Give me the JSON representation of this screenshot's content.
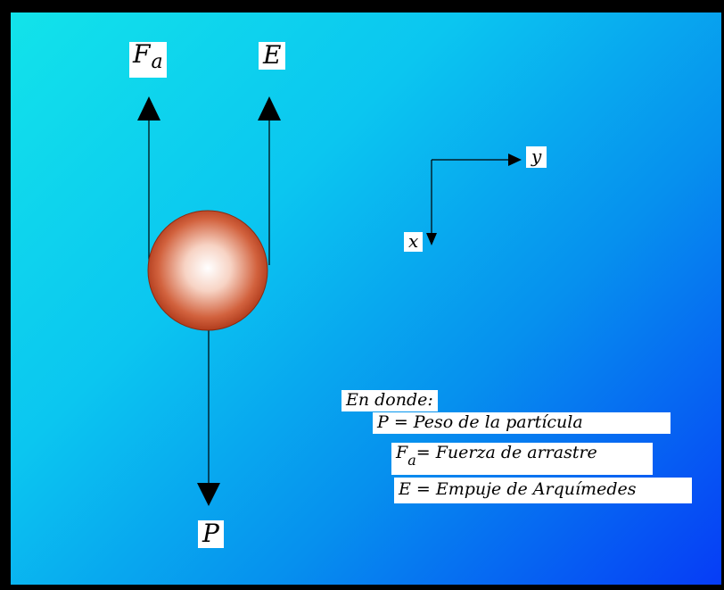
{
  "forces": {
    "fa": {
      "symbol": "F",
      "subscript": "a"
    },
    "e": {
      "symbol": "E"
    },
    "p": {
      "symbol": "P"
    }
  },
  "axes": {
    "y_label": "y",
    "x_label": "x"
  },
  "legend": {
    "heading": "En donde:",
    "items": [
      {
        "symbol": "P",
        "subscript": "",
        "text": " = Peso de la partícula"
      },
      {
        "symbol": "F",
        "subscript": "a",
        "text": "= Fuerza de arrastre"
      },
      {
        "symbol": "E",
        "subscript": "",
        "text": " = Empuje de Arquímedes"
      }
    ]
  },
  "colors": {
    "background_top_left": "#12e3ea",
    "background_bottom_right": "#063cf6",
    "particle_center": "#ffffff",
    "particle_edge": "#b5381c",
    "arrow": "#000000"
  }
}
